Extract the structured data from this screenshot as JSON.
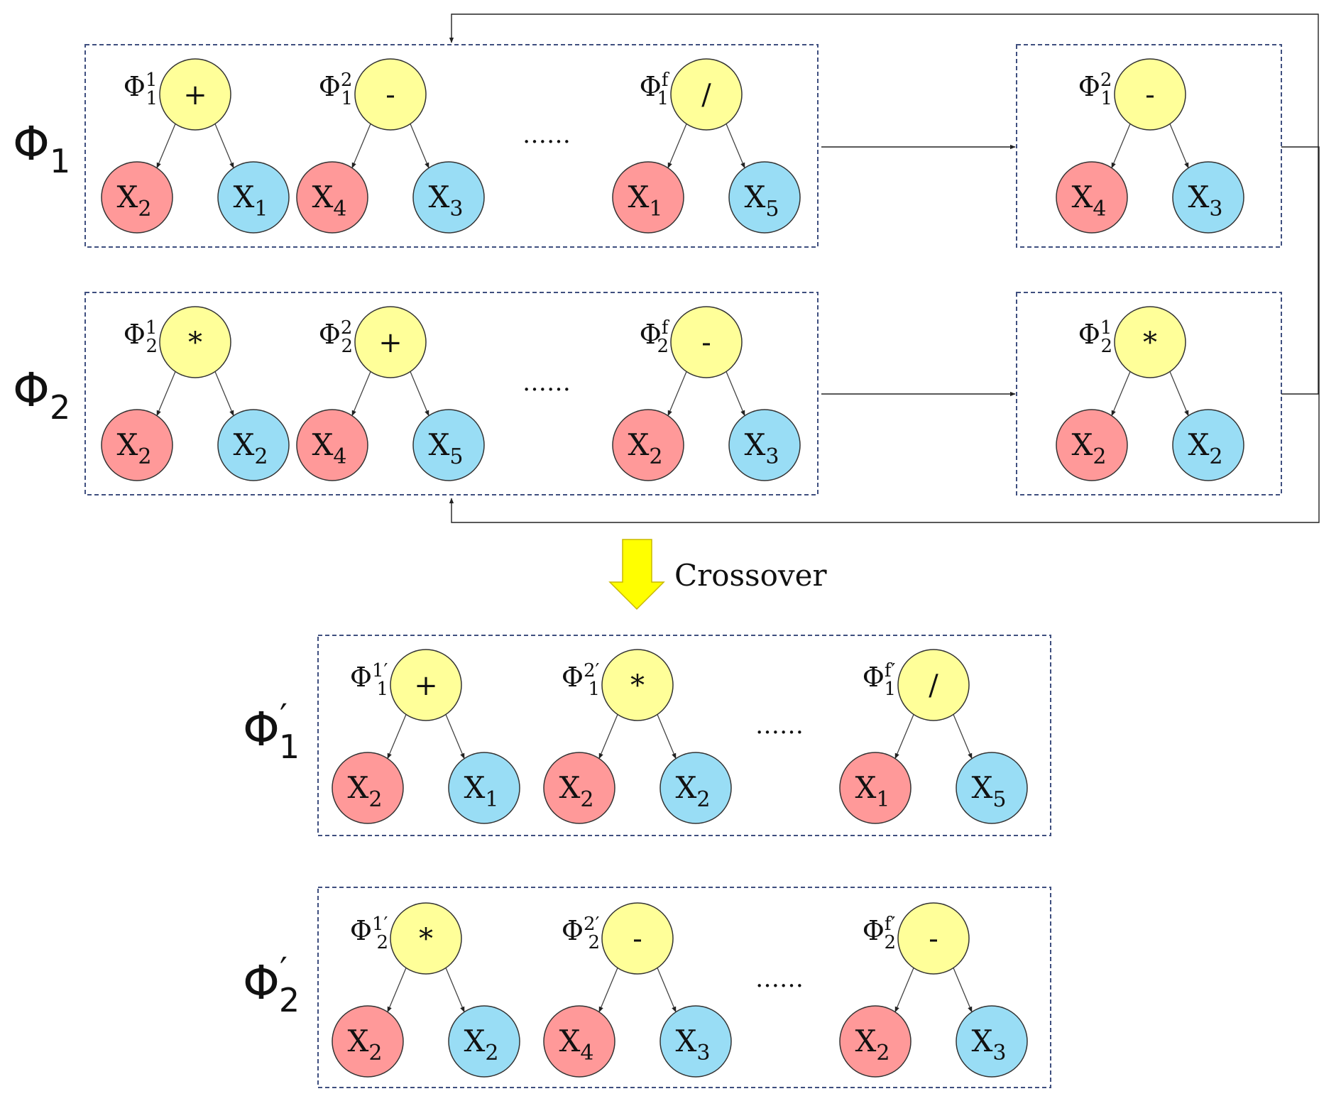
{
  "symbols": {
    "phi": "Φ",
    "prime": "′",
    "ellipsis": "……"
  },
  "colors": {
    "operator_fill": "#ffff99",
    "left_leaf_fill": "#ff9999",
    "right_leaf_fill": "#99ddf5",
    "border": "#3f4f7f",
    "arrow": "#222222",
    "crossover_arrow": "#ffff00"
  },
  "crossover_label": "Crossover",
  "parents": [
    {
      "id": "p1",
      "label": {
        "base": "Φ",
        "sub": "1"
      },
      "trees": [
        {
          "label": {
            "sup": "1",
            "sub": "1"
          },
          "op": "+",
          "left": {
            "base": "X",
            "sub": "2"
          },
          "right": {
            "base": "X",
            "sub": "1"
          }
        },
        {
          "label": {
            "sup": "2",
            "sub": "1"
          },
          "op": "-",
          "left": {
            "base": "X",
            "sub": "4"
          },
          "right": {
            "base": "X",
            "sub": "3"
          }
        },
        {
          "label": {
            "sup": "f",
            "sub": "1"
          },
          "op": "/",
          "left": {
            "base": "X",
            "sub": "1"
          },
          "right": {
            "base": "X",
            "sub": "5"
          }
        }
      ],
      "selected": {
        "label": {
          "sup": "2",
          "sub": "1"
        },
        "op": "-",
        "left": {
          "base": "X",
          "sub": "4"
        },
        "right": {
          "base": "X",
          "sub": "3"
        }
      }
    },
    {
      "id": "p2",
      "label": {
        "base": "Φ",
        "sub": "2"
      },
      "trees": [
        {
          "label": {
            "sup": "1",
            "sub": "2"
          },
          "op": "*",
          "left": {
            "base": "X",
            "sub": "2"
          },
          "right": {
            "base": "X",
            "sub": "2"
          }
        },
        {
          "label": {
            "sup": "2",
            "sub": "2"
          },
          "op": "+",
          "left": {
            "base": "X",
            "sub": "4"
          },
          "right": {
            "base": "X",
            "sub": "5"
          }
        },
        {
          "label": {
            "sup": "f",
            "sub": "2"
          },
          "op": "-",
          "left": {
            "base": "X",
            "sub": "2"
          },
          "right": {
            "base": "X",
            "sub": "3"
          }
        }
      ],
      "selected": {
        "label": {
          "sup": "1",
          "sub": "2"
        },
        "op": "*",
        "left": {
          "base": "X",
          "sub": "2"
        },
        "right": {
          "base": "X",
          "sub": "2"
        }
      }
    }
  ],
  "offspring": [
    {
      "id": "o1",
      "label": {
        "base": "Φ",
        "sub": "1",
        "prime": true
      },
      "trees": [
        {
          "label": {
            "sup": "1",
            "sub": "1",
            "prime": true
          },
          "op": "+",
          "left": {
            "base": "X",
            "sub": "2"
          },
          "right": {
            "base": "X",
            "sub": "1"
          }
        },
        {
          "label": {
            "sup": "2",
            "sub": "1",
            "prime": true
          },
          "op": "*",
          "left": {
            "base": "X",
            "sub": "2"
          },
          "right": {
            "base": "X",
            "sub": "2"
          }
        },
        {
          "label": {
            "sup": "f",
            "sub": "1",
            "prime": true
          },
          "op": "/",
          "left": {
            "base": "X",
            "sub": "1"
          },
          "right": {
            "base": "X",
            "sub": "5"
          }
        }
      ]
    },
    {
      "id": "o2",
      "label": {
        "base": "Φ",
        "sub": "2",
        "prime": true
      },
      "trees": [
        {
          "label": {
            "sup": "1",
            "sub": "2",
            "prime": true
          },
          "op": "*",
          "left": {
            "base": "X",
            "sub": "2"
          },
          "right": {
            "base": "X",
            "sub": "2"
          }
        },
        {
          "label": {
            "sup": "2",
            "sub": "2",
            "prime": true
          },
          "op": "-",
          "left": {
            "base": "X",
            "sub": "4"
          },
          "right": {
            "base": "X",
            "sub": "3"
          }
        },
        {
          "label": {
            "sup": "f",
            "sub": "2",
            "prime": true
          },
          "op": "-",
          "left": {
            "base": "X",
            "sub": "2"
          },
          "right": {
            "base": "X",
            "sub": "3"
          }
        }
      ]
    }
  ]
}
